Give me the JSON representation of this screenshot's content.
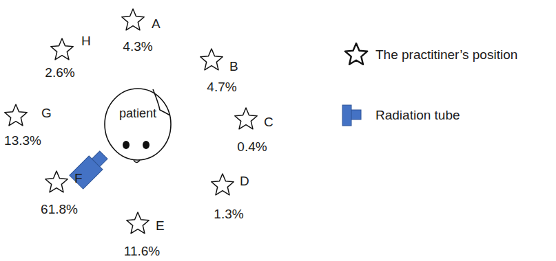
{
  "diagram": {
    "nodes": [
      {
        "text": [
          "patient"
        ]
      }
    ],
    "labels": [
      "A",
      "4.3%",
      "H",
      "2.6%",
      "B",
      "4.7%",
      "G",
      "13.3%",
      "C",
      "0.4%",
      "F",
      "61.8%",
      "D",
      "1.3%",
      "E",
      "11.6%"
    ],
    "legend": [
      {
        "text": "The practitiner’s position"
      },
      {
        "text": "Radiation tube"
      }
    ]
  }
}
